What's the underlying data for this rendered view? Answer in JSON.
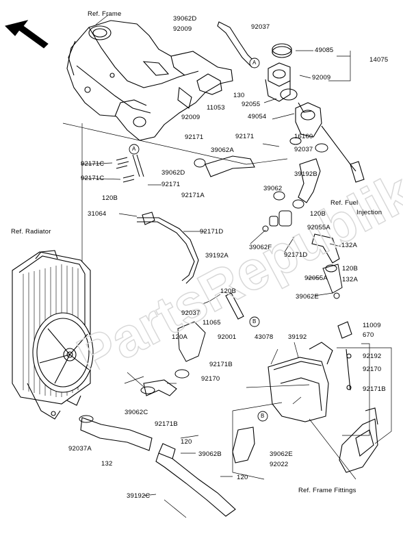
{
  "watermark": "PartsRepublik",
  "refs": {
    "frame": "Ref. Frame",
    "radiator": "Ref. Radiator",
    "fuel_injection_1": "Ref. Fuel",
    "fuel_injection_2": "Injection",
    "frame_fittings": "Ref. Frame Fittings"
  },
  "callouts": {
    "A": "A",
    "B": "B"
  },
  "parts": [
    "39062D",
    "92037",
    "92009",
    "49085",
    "14075",
    "92009",
    "130",
    "92055",
    "11053",
    "92009",
    "49054",
    "16160",
    "92171",
    "39062A",
    "92171",
    "92171C",
    "92171C",
    "39062D",
    "92037",
    "92171",
    "39192B",
    "39062",
    "120B",
    "120B",
    "92171A",
    "31064",
    "92171D",
    "92055A",
    "39062F",
    "132A",
    "92171D",
    "120B",
    "39192A",
    "132A",
    "92055A",
    "39062E",
    "120B",
    "92037",
    "11065",
    "11009",
    "670",
    "120A",
    "92001",
    "43078",
    "39192",
    "92171B",
    "92170",
    "92192",
    "92170",
    "92171B",
    "39062C",
    "92171B",
    "120",
    "39062B",
    "92037A",
    "39062E",
    "120",
    "132",
    "92022",
    "39192C"
  ]
}
